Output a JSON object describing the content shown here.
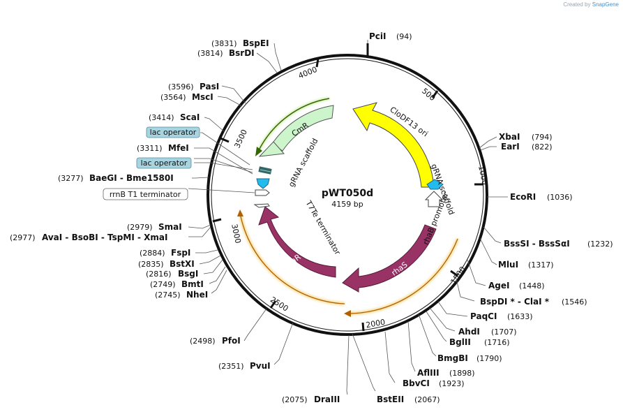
{
  "credit": {
    "prefix": "Created by",
    "brand": "SnapGene"
  },
  "plasmid": {
    "name": "pWT050d",
    "length_text": "4159 bp"
  },
  "ticks": [
    "500",
    "1000",
    "1500",
    "2000",
    "2500",
    "3000",
    "3500",
    "4000"
  ],
  "features": [
    {
      "id": "clodf13",
      "label": "CloDF13 ori",
      "color": "#ffff00"
    },
    {
      "id": "cmr",
      "label": "CmR",
      "color": "#ccf5cc"
    },
    {
      "id": "rhas",
      "label": "rhaS",
      "color": "#993366"
    },
    {
      "id": "rhar",
      "label": "rhaR",
      "color": "#993366"
    },
    {
      "id": "grna-left",
      "label": "gRNA scaffold"
    },
    {
      "id": "grna-right",
      "label": "gRNA scaffold"
    },
    {
      "id": "rhab",
      "label": "rhaB promoter"
    },
    {
      "id": "t7te",
      "label": "T7Te terminator"
    }
  ],
  "boxed_labels": [
    {
      "id": "lac1",
      "label": "lac operator"
    },
    {
      "id": "lac2",
      "label": "lac operator"
    },
    {
      "id": "rrnb",
      "label": "rrnB T1 terminator"
    }
  ],
  "sites": [
    {
      "id": "pcii",
      "name": "PciI",
      "pos": "(94)"
    },
    {
      "id": "xbai",
      "name": "XbaI",
      "pos": "(794)"
    },
    {
      "id": "eari",
      "name": "EarI",
      "pos": "(822)"
    },
    {
      "id": "ecori",
      "name": "EcoRI",
      "pos": "(1036)"
    },
    {
      "id": "bsssi",
      "name": "BssSI  -  BssSαI",
      "pos": "(1232)"
    },
    {
      "id": "mlui",
      "name": "MluI",
      "pos": "(1317)"
    },
    {
      "id": "agei",
      "name": "AgeI",
      "pos": "(1448)"
    },
    {
      "id": "bspdi",
      "name": "BspDI *  -  ClaI *",
      "pos": "(1546)"
    },
    {
      "id": "paqci",
      "name": "PaqCI",
      "pos": "(1633)"
    },
    {
      "id": "ahdi",
      "name": "AhdI",
      "pos": "(1707)"
    },
    {
      "id": "bglii",
      "name": "BglII",
      "pos": "(1716)"
    },
    {
      "id": "bmgbi",
      "name": "BmgBI",
      "pos": "(1790)"
    },
    {
      "id": "afliii",
      "name": "AflIII",
      "pos": "(1898)"
    },
    {
      "id": "bbvci",
      "name": "BbvCI",
      "pos": "(1923)"
    },
    {
      "id": "bsteii",
      "name": "BstEII",
      "pos": "(2067)"
    },
    {
      "id": "draiii",
      "name": "DraIII",
      "pos": "(2075)"
    },
    {
      "id": "pvui",
      "name": "PvuI",
      "pos": "(2351)"
    },
    {
      "id": "pfoi",
      "name": "PfoI",
      "pos": "(2498)"
    },
    {
      "id": "nhei",
      "name": "NheI",
      "pos": "(2745)"
    },
    {
      "id": "bmti",
      "name": "BmtI",
      "pos": "(2749)"
    },
    {
      "id": "bsgi",
      "name": "BsgI",
      "pos": "(2816)"
    },
    {
      "id": "bstxi",
      "name": "BstXI",
      "pos": "(2835)"
    },
    {
      "id": "fspi",
      "name": "FspI",
      "pos": "(2884)"
    },
    {
      "id": "avai",
      "name": "AvaI   -  BsoBI   -  TspMI   -  XmaI",
      "pos": "(2977)"
    },
    {
      "id": "smai",
      "name": "SmaI",
      "pos": "(2979)"
    },
    {
      "id": "baegi",
      "name": "BaeGI   -  Bme1580I",
      "pos": "(3277)"
    },
    {
      "id": "mfei",
      "name": "MfeI",
      "pos": "(3311)"
    },
    {
      "id": "scai",
      "name": "ScaI",
      "pos": "(3414)"
    },
    {
      "id": "msci",
      "name": "MscI",
      "pos": "(3564)"
    },
    {
      "id": "pasi",
      "name": "PasI",
      "pos": "(3596)"
    },
    {
      "id": "bsrdi",
      "name": "BsrDI",
      "pos": "(3814)"
    },
    {
      "id": "bspei",
      "name": "BspEI",
      "pos": "(3831)"
    }
  ]
}
